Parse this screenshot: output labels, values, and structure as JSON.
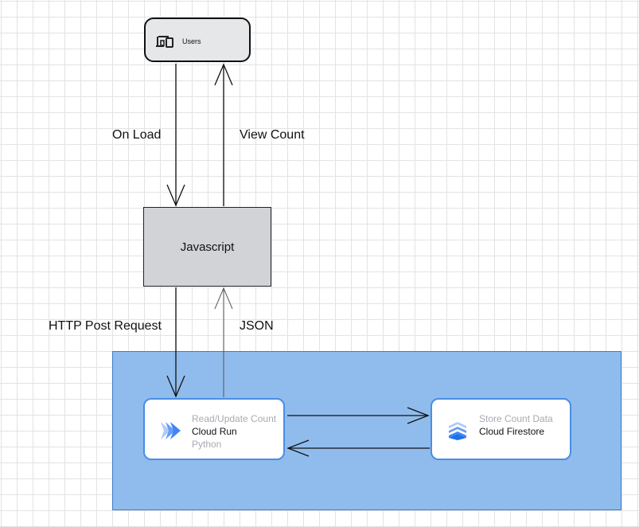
{
  "nodes": {
    "users": {
      "label": "Users",
      "icon": "devices-icon"
    },
    "javascript": {
      "label": "Javascript"
    },
    "cloud_run": {
      "subtitle": "Read/Update Count",
      "name": "Cloud Run",
      "detail": "Python",
      "icon": "cloud-run-icon"
    },
    "firestore": {
      "subtitle": "Store Count Data",
      "name": "Cloud Firestore",
      "icon": "firestore-icon"
    }
  },
  "edges": {
    "on_load": "On Load",
    "view_count": "View Count",
    "http_post": "HTTP Post Request",
    "json": "JSON"
  },
  "colors": {
    "grid": "#e3e3e3",
    "region_fill": "#8fbcec",
    "region_border": "#3d7cc9",
    "card_border": "#4a8de6",
    "js_fill": "#d1d3d7",
    "users_fill": "#e6e7e9",
    "google_blue": "#4285f4"
  }
}
